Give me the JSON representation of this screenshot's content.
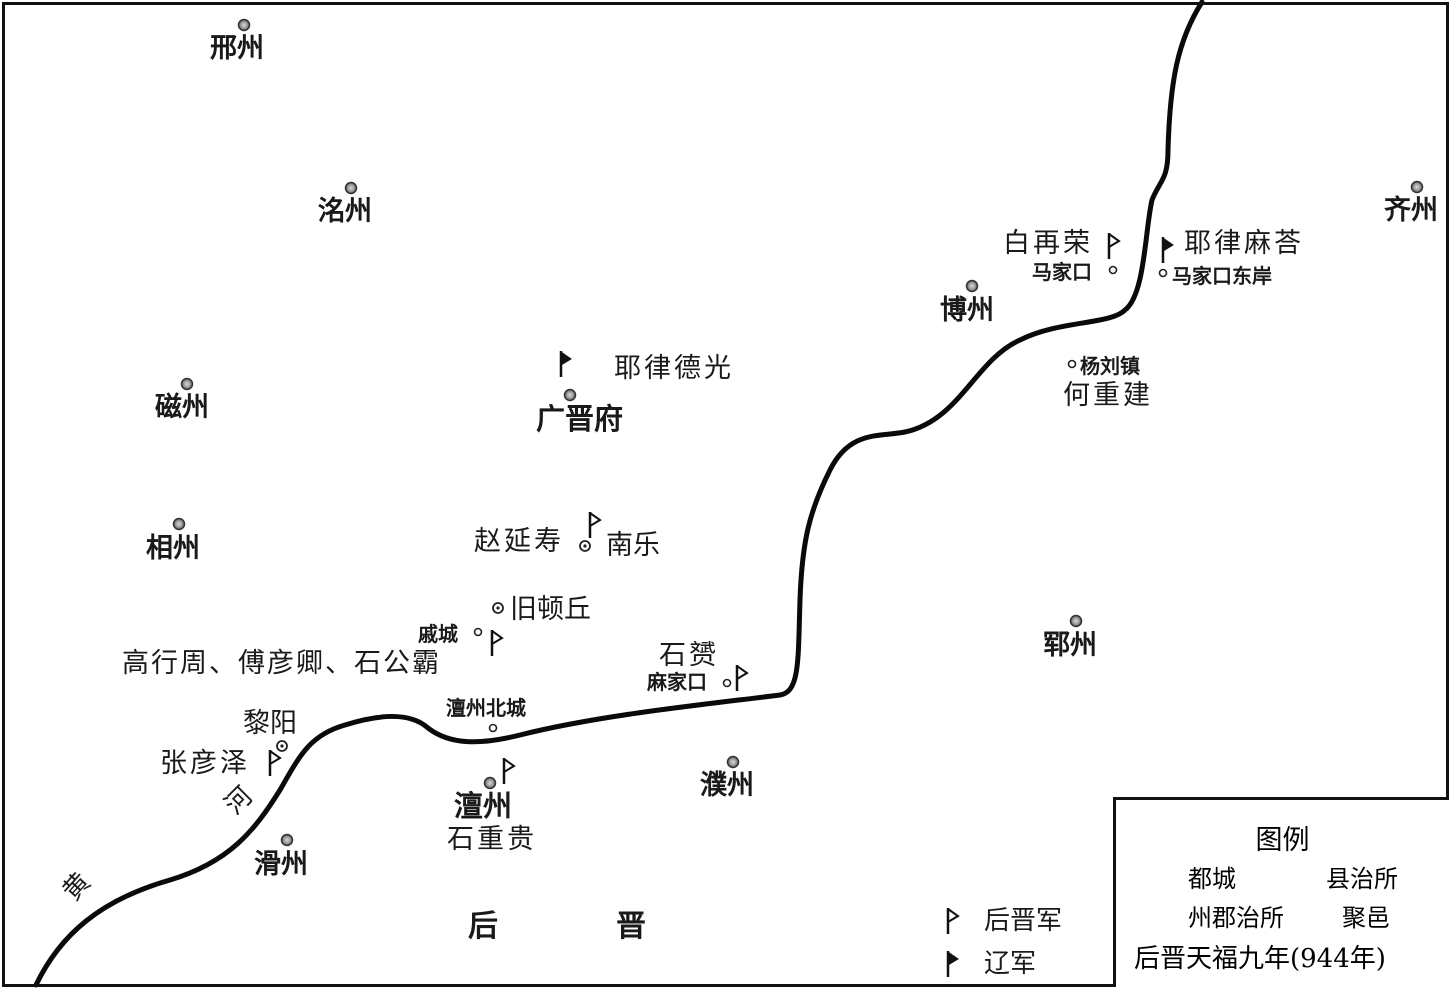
{
  "cities": {
    "xingzhou": "邢州",
    "mingzhou": "洺州",
    "cizhou": "磁州",
    "xiangzhou": "相州",
    "guangjinfu": "广晋府",
    "bozhou": "博州",
    "qizhou": "齐州",
    "yunzhou": "郓州",
    "puzhou": "濮州",
    "chanzhou": "澶州",
    "huazhou": "滑州"
  },
  "towns": {
    "majiakou": "马家口",
    "majiakou_east": "马家口东岸",
    "yangliuzhen": "杨刘镇",
    "nanle": "南乐",
    "jiudunqiu": "旧顿丘",
    "qicheng": "戚城",
    "majiakou2": "麻家口",
    "chanzhou_north": "澶州北城",
    "liyang": "黎阳"
  },
  "commanders": {
    "yelv_deguang": "耶律德光",
    "bai_zairong": "白再荣",
    "yelv_mada": "耶律麻荅",
    "he_zhongjian": "何重建",
    "zhao_yanshou": "赵延寿",
    "gao_fu_shi": "高行周、傅彦卿、石公霸",
    "shi_yun": "石赟",
    "zhang_yanze": "张彦泽",
    "shi_zhonggui": "石重贵"
  },
  "region": {
    "houjin_1": "后",
    "houjin_2": "晋"
  },
  "river": {
    "huang": "黄",
    "he": "河"
  },
  "legend": {
    "title": "图例",
    "capital": "都城",
    "county": "县治所",
    "prefecture": "州郡治所",
    "settlement": "聚邑",
    "houjin_army": "后晋军",
    "liao_army": "辽军",
    "caption": "后晋天福九年(944年)"
  }
}
